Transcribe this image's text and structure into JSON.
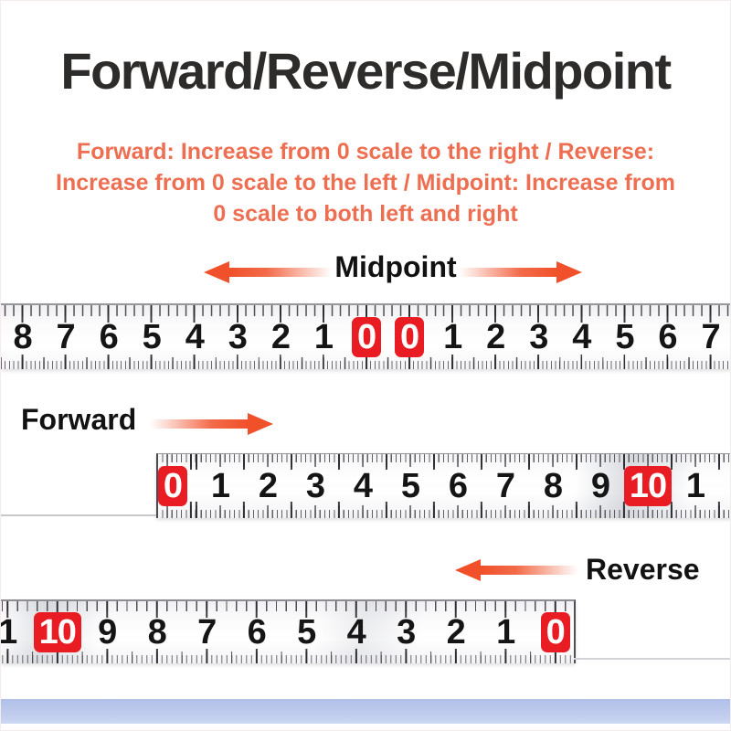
{
  "page": {
    "title": "Forward/Reverse/Midpoint",
    "subtitle_lines": [
      "Forward: Increase from 0 scale to the right / Reverse:",
      "Increase from 0 scale to the left / Midpoint: Increase from",
      "0 scale to both left and right"
    ]
  },
  "labels": {
    "midpoint": "Midpoint",
    "forward": "Forward",
    "reverse": "Reverse"
  },
  "colors": {
    "accent_text": "#ed6e51",
    "arrow": "#f0512a",
    "red_box": "#e81c22",
    "number": "#151515",
    "blue_strip": "#b0c0e8"
  },
  "rulers": {
    "midpoint": {
      "numbers": [
        {
          "t": "8"
        },
        {
          "t": "7"
        },
        {
          "t": "6"
        },
        {
          "t": "5"
        },
        {
          "t": "4"
        },
        {
          "t": "3"
        },
        {
          "t": "2"
        },
        {
          "t": "1"
        },
        {
          "t": "0",
          "red": true
        },
        {
          "t": "0",
          "red": true
        },
        {
          "t": "1"
        },
        {
          "t": "2"
        },
        {
          "t": "3"
        },
        {
          "t": "4"
        },
        {
          "t": "5"
        },
        {
          "t": "6"
        },
        {
          "t": "7"
        }
      ]
    },
    "forward": {
      "numbers": [
        {
          "t": "0",
          "red": true
        },
        {
          "t": "1"
        },
        {
          "t": "2"
        },
        {
          "t": "3"
        },
        {
          "t": "4"
        },
        {
          "t": "5"
        },
        {
          "t": "6"
        },
        {
          "t": "7"
        },
        {
          "t": "8"
        },
        {
          "t": "9"
        },
        {
          "t": "10",
          "red": true
        },
        {
          "t": "1"
        }
      ]
    },
    "reverse": {
      "numbers": [
        {
          "t": "1"
        },
        {
          "t": "10",
          "red": true
        },
        {
          "t": "9"
        },
        {
          "t": "8"
        },
        {
          "t": "7"
        },
        {
          "t": "6"
        },
        {
          "t": "5"
        },
        {
          "t": "4"
        },
        {
          "t": "3"
        },
        {
          "t": "2"
        },
        {
          "t": "1"
        },
        {
          "t": "0",
          "red": true
        }
      ]
    }
  }
}
